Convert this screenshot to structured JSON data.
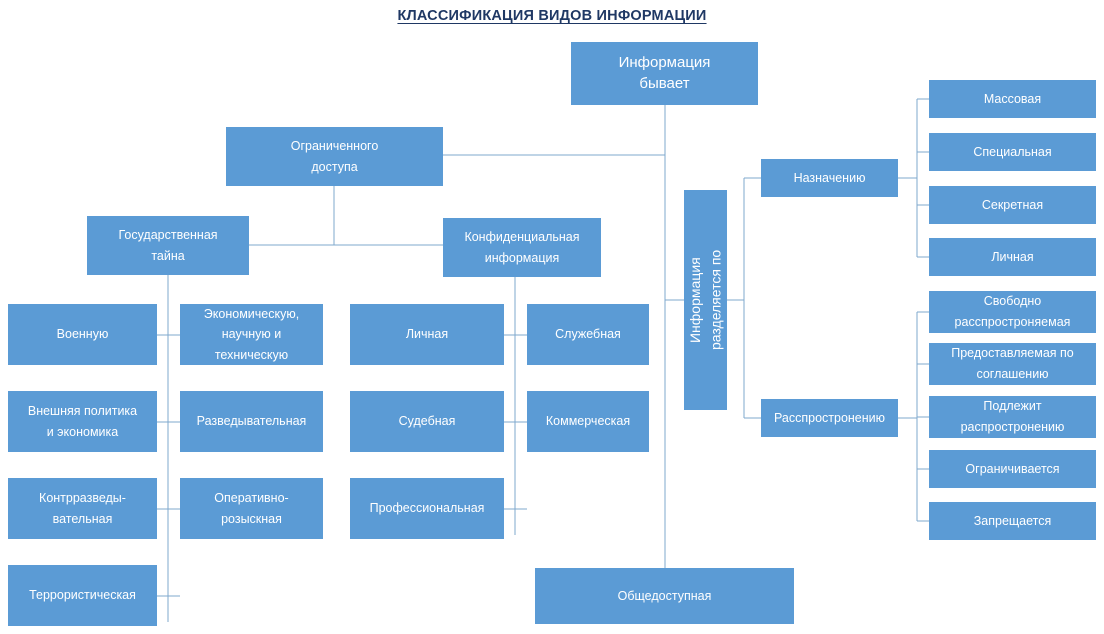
{
  "title": "КЛАССИФИКАЦИЯ ВИДОВ ИНФОРМАЦИИ",
  "colors": {
    "box_fill": "#5B9BD5",
    "box_text": "#FFFFFF",
    "connector": "#7FA9CE",
    "title_text": "#1F3864",
    "background": "#FFFFFF"
  },
  "root": {
    "label": "Информация\nбывает"
  },
  "access_branch": {
    "restricted": "Ограниченного\nдоступа",
    "public": "Общедоступная",
    "state_secret": {
      "label": "Государственная\nтайна",
      "children_left": [
        "Военную",
        "Внешняя политика\nи экономика",
        "Контрразведы-\nвательная",
        "Террористическая"
      ],
      "children_right": [
        "Экономическую,\nнаучную и\nтехническую",
        "Разведывательная",
        "Оперативно-\nрозыскная"
      ]
    },
    "confidential": {
      "label": "Конфиденциальная\nинформация",
      "children_left": [
        "Личная",
        "Судебная",
        "Профессиональная"
      ],
      "children_right": [
        "Служебная",
        "Коммерческая"
      ]
    }
  },
  "division_branch": {
    "label": "Информация\nразделяется по",
    "by_purpose": {
      "label": "Назначению",
      "children": [
        "Массовая",
        "Специальная",
        "Секретная",
        "Личная"
      ]
    },
    "by_distribution": {
      "label": "Расспростронению",
      "children": [
        "Свободно\nрасспростроняемая",
        "Предоставляемая по\nсоглашению",
        "Подлежит\nраспростронению",
        "Ограничивается",
        "Запрещается"
      ]
    }
  }
}
